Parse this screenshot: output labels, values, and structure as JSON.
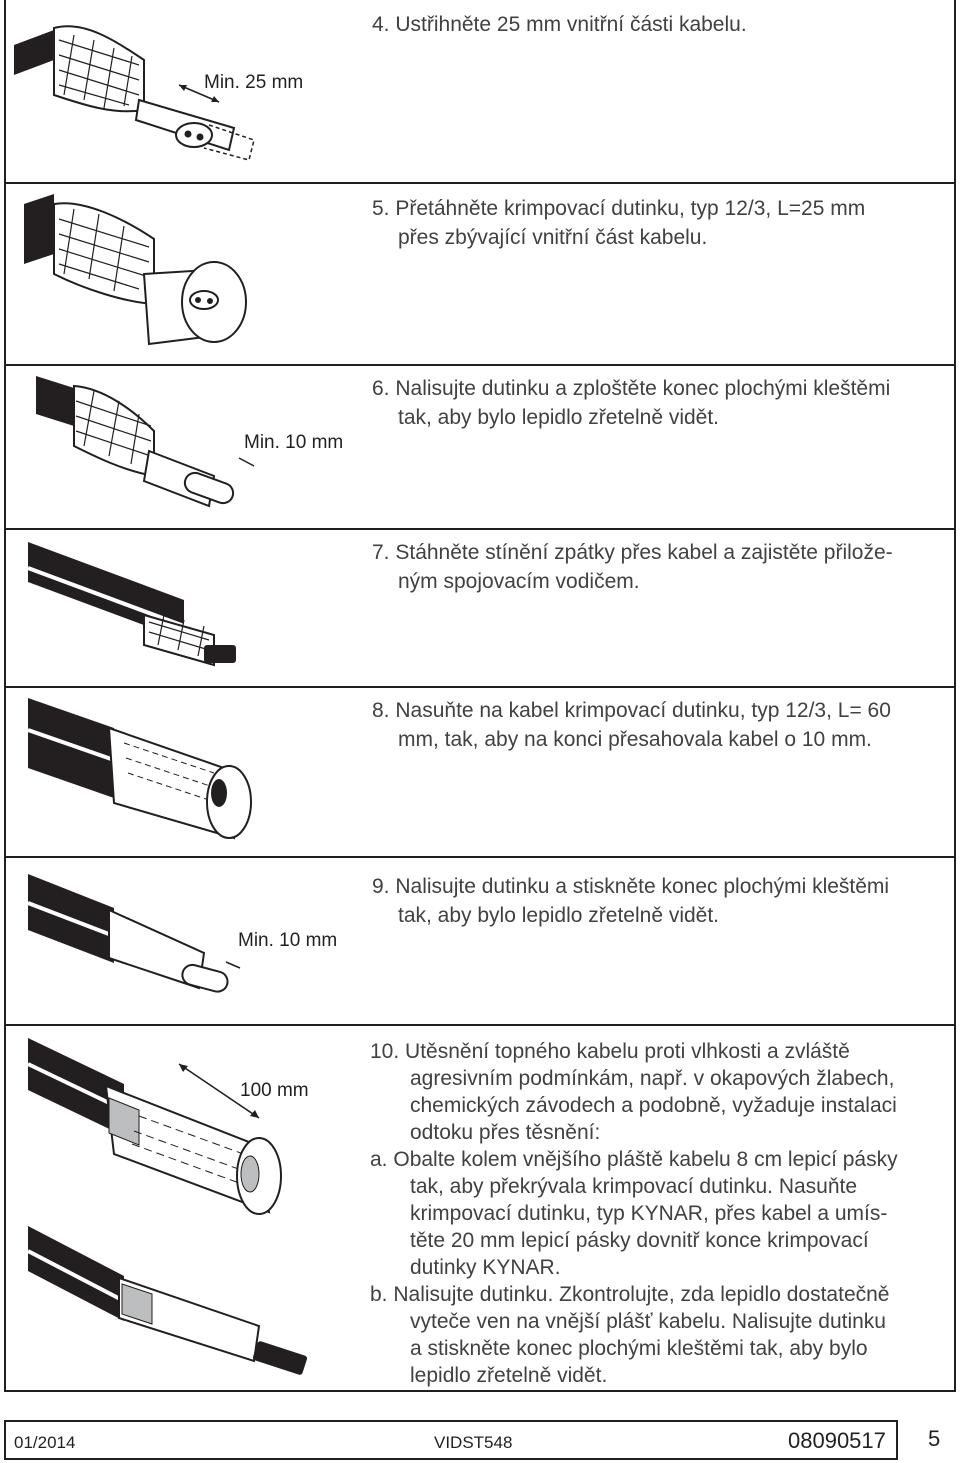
{
  "steps": [
    {
      "number": "4.",
      "lines": [
        "Ustřihněte 25 mm vnitřní části kabelu."
      ],
      "dimension": "Min. 25 mm"
    },
    {
      "number": "5.",
      "lines": [
        "Přetáhněte krimpovací dutinku, typ 12/3, L=25 mm",
        "přes zbývající vnitřní část kabelu."
      ]
    },
    {
      "number": "6.",
      "lines": [
        "Nalisujte dutinku a zploštěte konec plochými kleštěmi",
        "tak, aby bylo lepidlo zřetelně vidět."
      ],
      "dimension": "Min. 10 mm"
    },
    {
      "number": "7.",
      "lines": [
        "Stáhněte stínění zpátky přes kabel a zajistěte přilože-",
        "ným spojovacím vodičem."
      ]
    },
    {
      "number": "8.",
      "lines": [
        "Nasuňte na kabel krimpovací dutinku, typ 12/3, L= 60",
        "mm, tak, aby na konci přesahovala kabel o 10 mm."
      ]
    },
    {
      "number": "9.",
      "lines": [
        "Nalisujte dutinku a stiskněte konec plochými kleštěmi",
        "tak, aby bylo lepidlo zřetelně vidět."
      ],
      "dimension": "Min. 10 mm"
    },
    {
      "number": "10.",
      "intro": [
        "Utěsnění topného kabelu proti vlhkosti a zvláště",
        "agresivním podmínkám, např. v okapových žlabech,",
        "chemických závodech a podobně, vyžaduje instalaci",
        "odtoku přes těsnění:"
      ],
      "a": [
        "Obalte kolem vnějšího pláště kabelu 8 cm lepicí pásky",
        "tak, aby překrývala krimpovací dutinku. Nasuňte",
        "krimpovací dutinku, typ KYNAR, přes kabel a umís-",
        "těte 20 mm lepicí pásky dovnitř konce krimpovací",
        "dutinky KYNAR."
      ],
      "b": [
        "Nalisujte dutinku. Zkontrolujte, zda lepidlo dostatečně",
        "vyteče ven na vnější plášť kabelu. Nalisujte dutinku",
        "a stiskněte konec plochými kleštěmi tak, aby bylo",
        "lepidlo zřetelně vidět."
      ],
      "a_label": "a.",
      "b_label": "b.",
      "dimension": "100 mm"
    }
  ],
  "footer": {
    "date": "01/2014",
    "doc_code": "VIDST548",
    "part_number": "08090517",
    "page": "5"
  }
}
